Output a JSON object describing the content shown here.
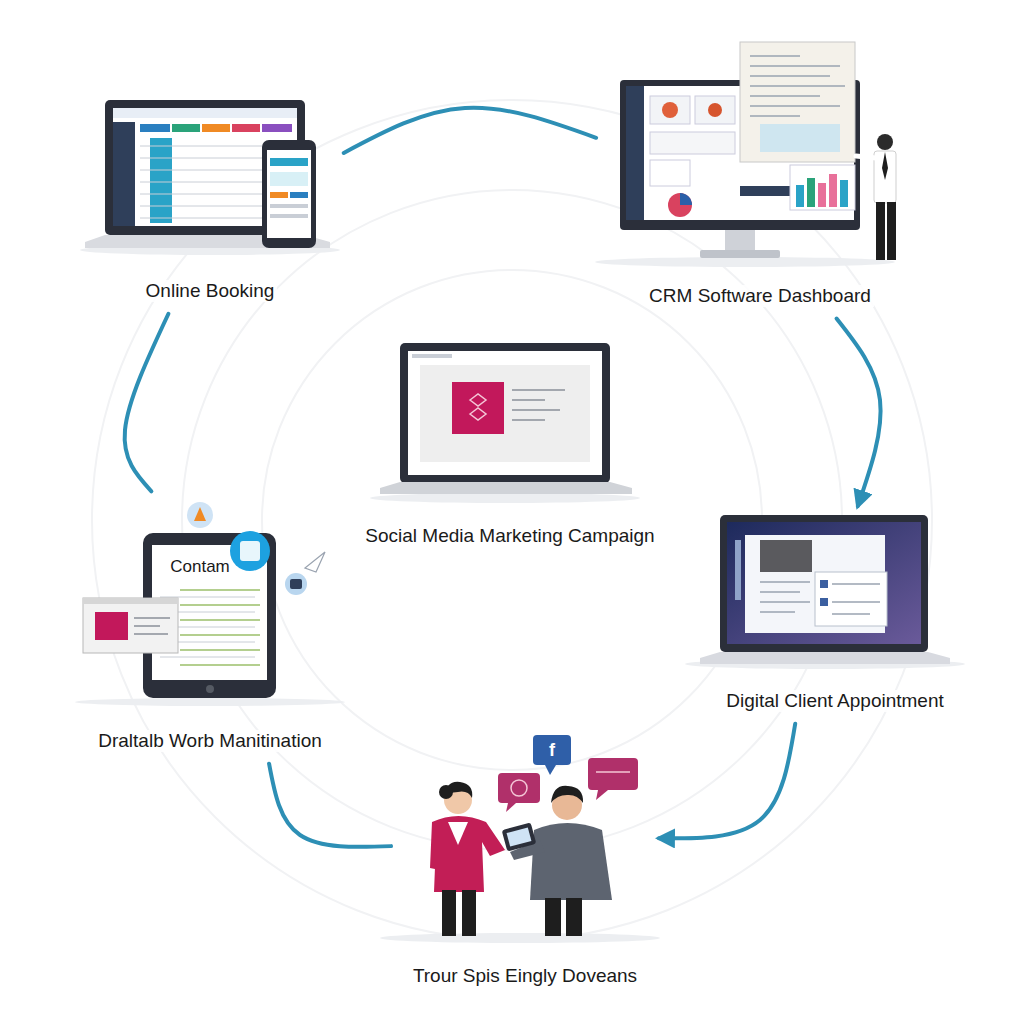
{
  "diagram": {
    "nodes": [
      {
        "text": [
          "Online Booking"
        ]
      },
      {
        "text": [
          "CRM Software Dashboard"
        ]
      },
      {
        "text": [
          "Social Media Marketing Campaign"
        ]
      },
      {
        "text": [
          "Digital Client Appointment"
        ]
      },
      {
        "text": [
          "Draltalb Worb Manitination"
        ]
      },
      {
        "text": [
          "Trour Spis Eingly Doveans"
        ]
      }
    ],
    "edges": [
      {
        "from": 0,
        "to": 1,
        "arrow": "none"
      },
      {
        "from": 1,
        "to": 3,
        "arrow": "to"
      },
      {
        "from": 3,
        "to": 5,
        "arrow": "to"
      },
      {
        "from": 5,
        "to": 4,
        "arrow": "none"
      },
      {
        "from": 4,
        "to": 0,
        "arrow": "none"
      }
    ],
    "labels": [
      "Contam",
      "f"
    ]
  }
}
